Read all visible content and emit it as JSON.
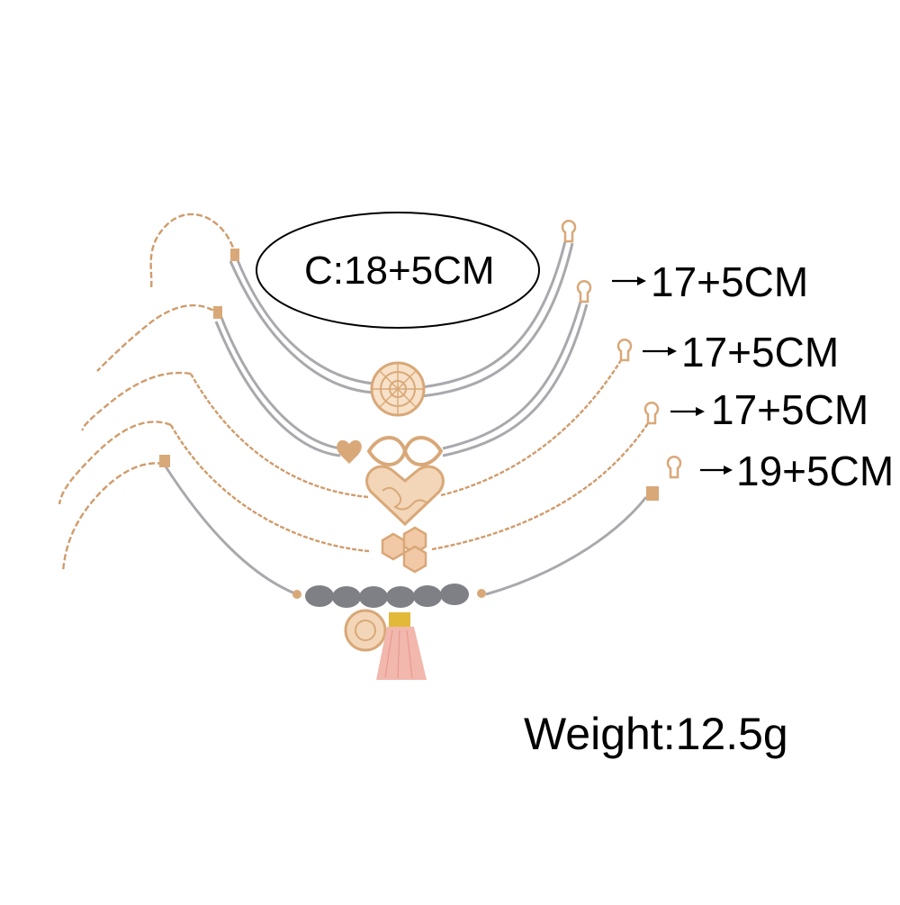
{
  "labels": {
    "circled_size": "C:18+5CM",
    "sizes": [
      "17+5CM",
      "17+5CM",
      "17+5CM",
      "19+5CM"
    ],
    "weight": "Weight:12.5g"
  },
  "colors": {
    "gold": "#d9a878",
    "gold_dark": "#b9865a",
    "cord_gray": "#a9a9ad",
    "bead_gray": "#7f7f86",
    "tassel_pink": "#f2b7ad",
    "tassel_band": "#e3b93a"
  },
  "items": [
    {
      "name": "filigree-flower-cord-bracelet"
    },
    {
      "name": "heart-infinity-cord-bracelet"
    },
    {
      "name": "world-map-heart-chain-bracelet"
    },
    {
      "name": "hexagon-chain-bracelet"
    },
    {
      "name": "bead-tassel-cord-bracelet"
    }
  ]
}
